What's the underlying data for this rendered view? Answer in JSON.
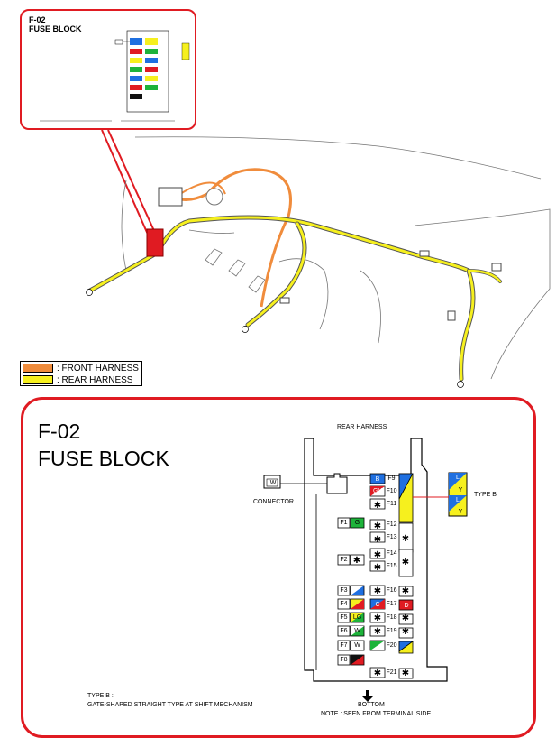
{
  "thumbnail": {
    "code": "F-02",
    "title": "FUSE BLOCK"
  },
  "legend": {
    "front_label": ": FRONT HARNESS",
    "rear_label": ": REAR HARNESS",
    "front_color": "#f08c3c",
    "rear_color": "#f6f01e"
  },
  "detail": {
    "code": "F-02",
    "title": "FUSE BLOCK",
    "harness_label": "REAR HARNESS",
    "connector_label": "CONNECTOR",
    "connector_tag": "W",
    "type_label": "TYPE B",
    "bottom_label": "BOTTOM",
    "note": "NOTE : SEEN FROM TERMINAL SIDE",
    "type_b_title": "TYPE B :",
    "type_b_desc": "GATE-SHAPED STRAIGHT TYPE AT SHIFT MECHANISM",
    "callouts": [
      "B",
      "C",
      "D"
    ],
    "left_fuses": [
      "F1",
      "F2",
      "F3",
      "F4",
      "F5",
      "F6",
      "F7",
      "F8"
    ],
    "right_fuses": [
      "F9",
      "F10",
      "F11",
      "F12",
      "F13",
      "F14",
      "F15",
      "F16",
      "F17",
      "F18",
      "F19",
      "F20",
      "F21"
    ],
    "wire_codes": {
      "f1": "G",
      "f5": "LG",
      "f6": "W",
      "f7": "W",
      "f10": "GY",
      "typeb_top": "L",
      "typeb_y1": "Y",
      "typeb_bot": "L",
      "typeb_y2": "Y"
    },
    "colors": {
      "red": "#e01b22",
      "blue": "#1f6fe0",
      "yellow": "#f6f01e",
      "green": "#1db33a",
      "black": "#111111"
    }
  }
}
